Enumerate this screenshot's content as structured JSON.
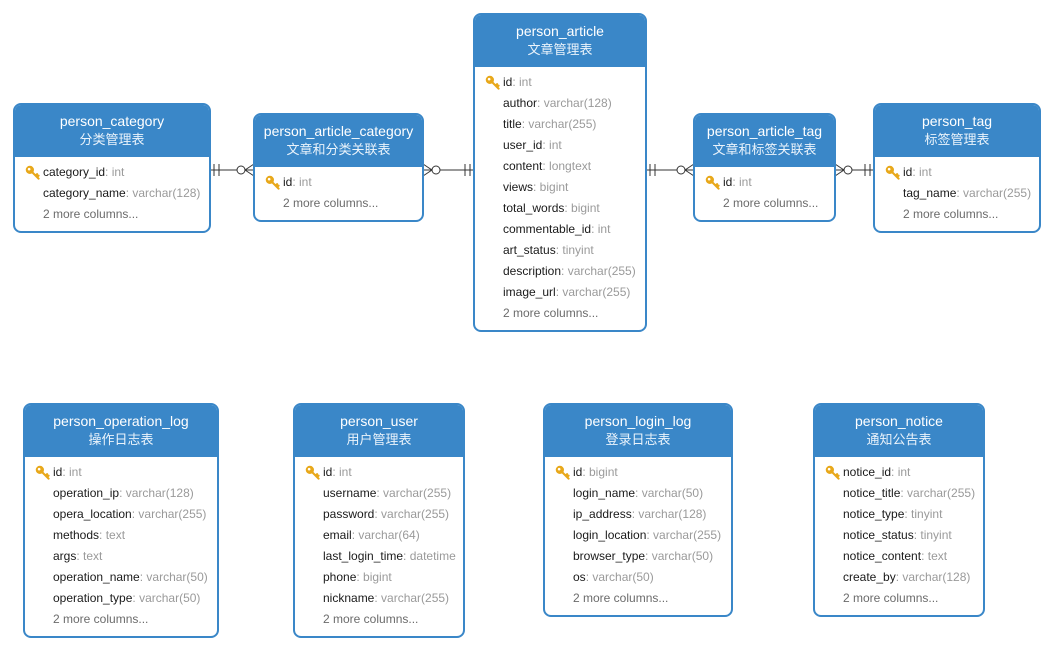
{
  "tables": {
    "category": {
      "name": "person_category",
      "subtitle": "分类管理表",
      "rows": [
        {
          "col": "category_id",
          "type": ": int"
        },
        {
          "col": "category_name",
          "type": ": varchar(128)"
        }
      ],
      "more": "2 more columns..."
    },
    "article_category": {
      "name": "person_article_category",
      "subtitle": "文章和分类关联表",
      "rows": [
        {
          "col": "id",
          "type": ": int"
        }
      ],
      "more": "2 more columns..."
    },
    "article": {
      "name": "person_article",
      "subtitle": "文章管理表",
      "rows": [
        {
          "col": "id",
          "type": ": int"
        },
        {
          "col": "author",
          "type": ": varchar(128)"
        },
        {
          "col": "title",
          "type": ": varchar(255)"
        },
        {
          "col": "user_id",
          "type": ": int"
        },
        {
          "col": "content",
          "type": ": longtext"
        },
        {
          "col": "views",
          "type": ": bigint"
        },
        {
          "col": "total_words",
          "type": ": bigint"
        },
        {
          "col": "commentable_id",
          "type": ": int"
        },
        {
          "col": "art_status",
          "type": ": tinyint"
        },
        {
          "col": "description",
          "type": ": varchar(255)"
        },
        {
          "col": "image_url",
          "type": ": varchar(255)"
        }
      ],
      "more": "2 more columns..."
    },
    "article_tag": {
      "name": "person_article_tag",
      "subtitle": "文章和标签关联表",
      "rows": [
        {
          "col": "id",
          "type": ": int"
        }
      ],
      "more": "2 more columns..."
    },
    "tag": {
      "name": "person_tag",
      "subtitle": "标签管理表",
      "rows": [
        {
          "col": "id",
          "type": ": int"
        },
        {
          "col": "tag_name",
          "type": ": varchar(255)"
        }
      ],
      "more": "2 more columns..."
    },
    "operation_log": {
      "name": "person_operation_log",
      "subtitle": "操作日志表",
      "rows": [
        {
          "col": "id",
          "type": ": int"
        },
        {
          "col": "operation_ip",
          "type": ": varchar(128)"
        },
        {
          "col": "opera_location",
          "type": ": varchar(255)"
        },
        {
          "col": "methods",
          "type": ": text"
        },
        {
          "col": "args",
          "type": ": text"
        },
        {
          "col": "operation_name",
          "type": ": varchar(50)"
        },
        {
          "col": "operation_type",
          "type": ": varchar(50)"
        }
      ],
      "more": "2 more columns..."
    },
    "user": {
      "name": "person_user",
      "subtitle": "用户管理表",
      "rows": [
        {
          "col": "id",
          "type": ": int"
        },
        {
          "col": "username",
          "type": ": varchar(255)"
        },
        {
          "col": "password",
          "type": ": varchar(255)"
        },
        {
          "col": "email",
          "type": ": varchar(64)"
        },
        {
          "col": "last_login_time",
          "type": ": datetime"
        },
        {
          "col": "phone",
          "type": ": bigint"
        },
        {
          "col": "nickname",
          "type": ": varchar(255)"
        }
      ],
      "more": "2 more columns..."
    },
    "login_log": {
      "name": "person_login_log",
      "subtitle": "登录日志表",
      "rows": [
        {
          "col": "id",
          "type": ": bigint"
        },
        {
          "col": "login_name",
          "type": ": varchar(50)"
        },
        {
          "col": "ip_address",
          "type": ": varchar(128)"
        },
        {
          "col": "login_location",
          "type": ": varchar(255)"
        },
        {
          "col": "browser_type",
          "type": ": varchar(50)"
        },
        {
          "col": "os",
          "type": ": varchar(50)"
        }
      ],
      "more": "2 more columns..."
    },
    "notice": {
      "name": "person_notice",
      "subtitle": "通知公告表",
      "rows": [
        {
          "col": "notice_id",
          "type": ": int"
        },
        {
          "col": "notice_title",
          "type": ": varchar(255)"
        },
        {
          "col": "notice_type",
          "type": ": tinyint"
        },
        {
          "col": "notice_status",
          "type": ": tinyint"
        },
        {
          "col": "notice_content",
          "type": ": text"
        },
        {
          "col": "create_by",
          "type": ": varchar(128)"
        }
      ],
      "more": "2 more columns..."
    }
  },
  "colors": {
    "header": "#3a87c8",
    "key_icon": "#e8a81a",
    "line": "#333333"
  },
  "icons": {
    "primary_key": "key-icon"
  }
}
